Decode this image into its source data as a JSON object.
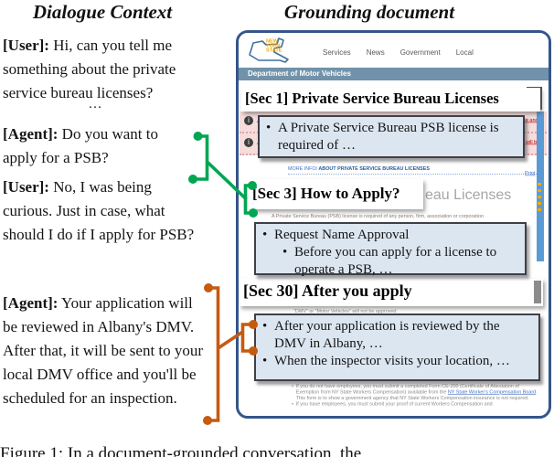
{
  "titles": {
    "left": "Dialogue Context",
    "right": "Grounding document"
  },
  "dialogue": {
    "ellipsis": "…",
    "turns": [
      {
        "speaker": "[User]:",
        "text": " Hi, can you tell me something about the private service bureau licenses?"
      },
      {
        "speaker": "[Agent]:",
        "text": " Do you want to apply for a PSB?"
      },
      {
        "speaker": "[User]:",
        "text": " No, I was being curious. Just in case, what should I do if I apply for PSB?"
      },
      {
        "speaker": "[Agent]:",
        "text": " Your application will be reviewed in Albany's DMV. After that, it will be sent to your local DMV office and you'll be scheduled for an inspection."
      }
    ]
  },
  "webpage": {
    "logo_lines": "NEW YORK STATE",
    "nav": [
      "Services",
      "News",
      "Government",
      "Local"
    ],
    "dept_bar": "Department of Motor Vehicles",
    "alerts": [
      {
        "icon": "i",
        "label_fragment": "A",
        "right_fragment": "ffice and m"
      },
      {
        "icon": "i",
        "label_fragment": "A",
        "right_fragment": "ts will be n"
      }
    ],
    "more_info_label": "MORE INFO/",
    "more_info_link": " ABOUT PRIVATE SERVICE BUREAU LICENSES",
    "print_link": "Print",
    "heading_fragment": "eau Licenses",
    "sec3_subtext": "A Private Service Bureau (PSB) license is required of any person, firm, association or corporation",
    "sec30_subtext": "\"DMV\" or \"Motor Vehicles\" will not be approved.",
    "fine_print": {
      "line1": "If you do not have employees, you must submit a completed Form CE-200 (Certificate of Attestation of Exemption from NY State Workers Compensation) available from the ",
      "link1": "NY State Worker's Compensation Board",
      "line2": ". This form is to show a government agency that NY State Workers Compensation insurance is not required.",
      "line3": "If you have employees, you must submit your proof of current Workers Compensation and"
    }
  },
  "sections": [
    {
      "heading": "[Sec 1] Private Service Bureau Licenses",
      "bullet1": "A Private Service Bureau PSB license is required of …"
    },
    {
      "heading": "[Sec 3] How to Apply?",
      "bullet1": "Request Name Approval",
      "bullet2": "Before you can apply for a license to operate a PSB, …"
    },
    {
      "heading": "[Sec 30] After you apply",
      "bullet1": "After your application is reviewed by the DMV in Albany, …",
      "bullet2": "When the inspector visits your location, …"
    }
  ],
  "caption_partial": "Figure 1: In a document-grounded conversation, the",
  "colors": {
    "connector_green": "#00A651",
    "connector_orange": "#C55A11",
    "panel_border": "#35558A",
    "dmv_bar": "#7192AA",
    "box_blue": "#DCE6F1",
    "link_blue": "#4472C4",
    "logo_yellow": "#F2A900"
  }
}
